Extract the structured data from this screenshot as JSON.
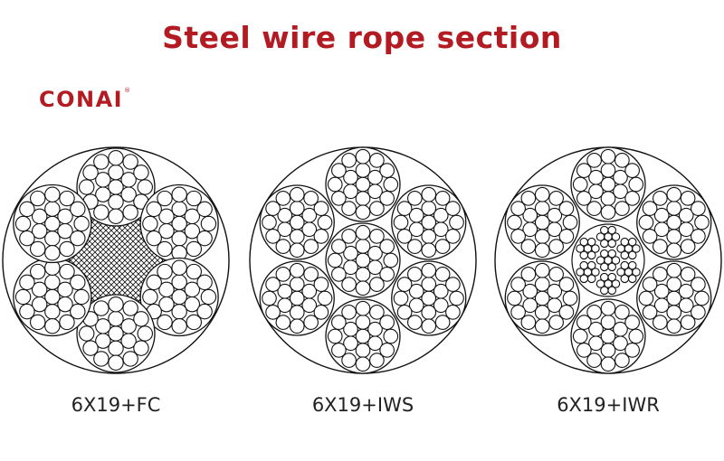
{
  "title": "Steel wire rope section",
  "logo": {
    "text": "CONAI",
    "mark": "®"
  },
  "colors": {
    "brand": "#b31b22",
    "line": "#111111"
  },
  "ropes": [
    {
      "label": "6X19+FC",
      "core": "fiber"
    },
    {
      "label": "6X19+IWS",
      "core": "wire-strand"
    },
    {
      "label": "6X19+IWR",
      "core": "wire-rope"
    }
  ]
}
